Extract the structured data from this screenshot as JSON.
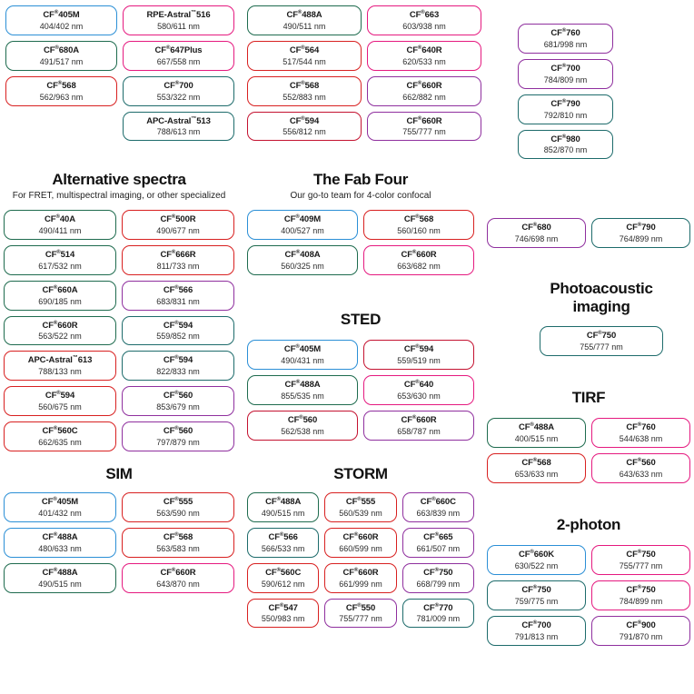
{
  "page": {
    "title": "Fluorescent dye application chart",
    "trademark_symbol": "®",
    "tm_symbol": "™",
    "unit": "nm"
  },
  "colors": {
    "blue": "#2b8fd6",
    "green": "#1e6b4e",
    "teal": "#1d6b6b",
    "red": "#d82020",
    "crimson": "#c41230",
    "magenta": "#e5197f",
    "pink": "#e5197f",
    "purple": "#8f2f9e",
    "violet": "#7b2d8e",
    "text": "#1a1a1a"
  },
  "sections": [
    {
      "id": "top-left",
      "title": "",
      "subtitle": "",
      "columns": 2,
      "items": [
        {
          "name": "CF",
          "sup": "®",
          "number": "405M",
          "wavelengths": "404/402 nm",
          "color": "#2b8fd6",
          "col": 0
        },
        {
          "name": "CF",
          "sup": "®",
          "number": "680A",
          "wavelengths": "491/517 nm",
          "color": "#1e6b4e",
          "col": 0
        },
        {
          "name": "CF",
          "sup": "®",
          "number": "568",
          "wavelengths": "562/963 nm",
          "color": "#d82020",
          "col": 0
        },
        {
          "name": "RPE-Astral",
          "sup": "™",
          "number": "516",
          "wavelengths": "580/611 nm",
          "color": "#e5197f",
          "col": 1
        },
        {
          "name": "CF",
          "sup": "®",
          "number": "647Plus",
          "wavelengths": "667/558 nm",
          "color": "#e5197f",
          "col": 1
        },
        {
          "name": "CF",
          "sup": "®",
          "number": "700",
          "wavelengths": "553/322 nm",
          "color": "#1d6b6b",
          "col": 1
        },
        {
          "name": "APC-Astral",
          "sup": "™",
          "number": "513",
          "wavelengths": "788/613 nm",
          "color": "#1d6b6b",
          "col": 1
        }
      ]
    },
    {
      "id": "top-middle",
      "title": "",
      "subtitle": "",
      "columns": 2,
      "items": [
        {
          "name": "CF",
          "sup": "®",
          "number": "488A",
          "wavelengths": "490/511 nm",
          "color": "#1e6b4e",
          "col": 0
        },
        {
          "name": "CF",
          "sup": "®",
          "number": "564",
          "wavelengths": "517/544 nm",
          "color": "#d82020",
          "col": 0
        },
        {
          "name": "CF",
          "sup": "®",
          "number": "568",
          "wavelengths": "552/883 nm",
          "color": "#d82020",
          "col": 0
        },
        {
          "name": "CF",
          "sup": "®",
          "number": "594",
          "wavelengths": "556/812 nm",
          "color": "#c41230",
          "col": 0
        },
        {
          "name": "CF",
          "sup": "®",
          "number": "663",
          "wavelengths": "603/938 nm",
          "color": "#e5197f",
          "col": 1
        },
        {
          "name": "CF",
          "sup": "®",
          "number": "640R",
          "wavelengths": "620/533 nm",
          "color": "#e5197f",
          "col": 1
        },
        {
          "name": "CF",
          "sup": "®",
          "number": "660R",
          "wavelengths": "662/882 nm",
          "color": "#8f2f9e",
          "col": 1
        },
        {
          "name": "CF",
          "sup": "®",
          "number": "660R",
          "wavelengths": "755/777 nm",
          "color": "#8f2f9e",
          "col": 1
        }
      ]
    },
    {
      "id": "top-right",
      "title": "",
      "subtitle": "",
      "columns": 1,
      "items": [
        {
          "name": "CF",
          "sup": "®",
          "number": "760",
          "wavelengths": "681/998 nm",
          "color": "#8f2f9e",
          "col": 0
        },
        {
          "name": "CF",
          "sup": "®",
          "number": "700",
          "wavelengths": "784/809 nm",
          "color": "#8f2f9e",
          "col": 0
        },
        {
          "name": "CF",
          "sup": "®",
          "number": "790",
          "wavelengths": "792/810 nm",
          "color": "#1d6b6b",
          "col": 0
        },
        {
          "name": "CF",
          "sup": "®",
          "number": "980",
          "wavelengths": "852/870 nm",
          "color": "#1d6b6b",
          "col": 0
        }
      ]
    },
    {
      "id": "alternative-spectra",
      "title": "Alternative spectra",
      "subtitle": "For FRET, multispectral imaging, or other specialized",
      "columns": 2,
      "items": [
        {
          "name": "CF",
          "sup": "®",
          "number": "40A",
          "wavelengths": "490/411 nm",
          "color": "#1e6b4e",
          "col": 0
        },
        {
          "name": "CF",
          "sup": "®",
          "number": "514",
          "wavelengths": "617/532 nm",
          "color": "#1e6b4e",
          "col": 0
        },
        {
          "name": "CF",
          "sup": "®",
          "number": "660A",
          "wavelengths": "690/185 nm",
          "color": "#1e6b4e",
          "col": 0
        },
        {
          "name": "CF",
          "sup": "®",
          "number": "660R",
          "wavelengths": "563/522 nm",
          "color": "#1e6b4e",
          "col": 0
        },
        {
          "name": "APC-Astral",
          "sup": "™",
          "number": "613",
          "wavelengths": "788/133 nm",
          "color": "#d82020",
          "col": 0
        },
        {
          "name": "CF",
          "sup": "®",
          "number": "594",
          "wavelengths": "560/675 nm",
          "color": "#d82020",
          "col": 0
        },
        {
          "name": "CF",
          "sup": "®",
          "number": "560C",
          "wavelengths": "662/635 nm",
          "color": "#d82020",
          "col": 0
        },
        {
          "name": "CF",
          "sup": "®",
          "number": "500R",
          "wavelengths": "490/677 nm",
          "color": "#d82020",
          "col": 1
        },
        {
          "name": "CF",
          "sup": "®",
          "number": "666R",
          "wavelengths": "811/733 nm",
          "color": "#d82020",
          "col": 1
        },
        {
          "name": "CF",
          "sup": "®",
          "number": "566",
          "wavelengths": "683/831 nm",
          "color": "#8f2f9e",
          "col": 1
        },
        {
          "name": "CF",
          "sup": "®",
          "number": "594",
          "wavelengths": "559/852 nm",
          "color": "#1d6b6b",
          "col": 1
        },
        {
          "name": "CF",
          "sup": "®",
          "number": "594",
          "wavelengths": "822/833 nm",
          "color": "#1d6b6b",
          "col": 1
        },
        {
          "name": "CF",
          "sup": "®",
          "number": "560",
          "wavelengths": "853/679 nm",
          "color": "#8f2f9e",
          "col": 1
        },
        {
          "name": "CF",
          "sup": "®",
          "number": "560",
          "wavelengths": "797/879 nm",
          "color": "#8f2f9e",
          "col": 1
        }
      ]
    },
    {
      "id": "sim",
      "title": "SIM",
      "subtitle": "",
      "columns": 2,
      "items": [
        {
          "name": "CF",
          "sup": "®",
          "number": "405M",
          "wavelengths": "401/432 nm",
          "color": "#2b8fd6",
          "col": 0
        },
        {
          "name": "CF",
          "sup": "®",
          "number": "488A",
          "wavelengths": "480/633 nm",
          "color": "#2b8fd6",
          "col": 0
        },
        {
          "name": "CF",
          "sup": "®",
          "number": "488A",
          "wavelengths": "490/515 nm",
          "color": "#1e6b4e",
          "col": 0
        },
        {
          "name": "CF",
          "sup": "®",
          "number": "555",
          "wavelengths": "563/590 nm",
          "color": "#d82020",
          "col": 1
        },
        {
          "name": "CF",
          "sup": "®",
          "number": "568",
          "wavelengths": "563/583 nm",
          "color": "#d82020",
          "col": 1
        },
        {
          "name": "CF",
          "sup": "®",
          "number": "660R",
          "wavelengths": "643/870 nm",
          "color": "#e5197f",
          "col": 1
        }
      ]
    },
    {
      "id": "fab-four",
      "title": "The Fab Four",
      "subtitle": "Our go-to team for 4-color confocal",
      "columns": 2,
      "items": [
        {
          "name": "CF",
          "sup": "®",
          "number": "409M",
          "wavelengths": "400/527 nm",
          "color": "#2b8fd6",
          "col": 0
        },
        {
          "name": "CF",
          "sup": "®",
          "number": "408A",
          "wavelengths": "560/325 nm",
          "color": "#1e6b4e",
          "col": 0
        },
        {
          "name": "CF",
          "sup": "®",
          "number": "568",
          "wavelengths": "560/160 nm",
          "color": "#d82020",
          "col": 1
        },
        {
          "name": "CF",
          "sup": "®",
          "number": "660R",
          "wavelengths": "663/682 nm",
          "color": "#e5197f",
          "col": 1
        }
      ]
    },
    {
      "id": "sted",
      "title": "STED",
      "subtitle": "",
      "columns": 2,
      "items": [
        {
          "name": "CF",
          "sup": "®",
          "number": "405M",
          "wavelengths": "490/431 nm",
          "color": "#2b8fd6",
          "col": 0
        },
        {
          "name": "CF",
          "sup": "®",
          "number": "488A",
          "wavelengths": "855/535 nm",
          "color": "#1e6b4e",
          "col": 0
        },
        {
          "name": "CF",
          "sup": "®",
          "number": "560",
          "wavelengths": "562/538 nm",
          "color": "#c41230",
          "col": 0
        },
        {
          "name": "CF",
          "sup": "®",
          "number": "594",
          "wavelengths": "559/519 nm",
          "color": "#c41230",
          "col": 1
        },
        {
          "name": "CF",
          "sup": "®",
          "number": "640",
          "wavelengths": "653/630 nm",
          "color": "#e5197f",
          "col": 1
        },
        {
          "name": "CF",
          "sup": "®",
          "number": "660R",
          "wavelengths": "658/787 nm",
          "color": "#8f2f9e",
          "col": 1
        }
      ]
    },
    {
      "id": "storm",
      "title": "STORM",
      "subtitle": "",
      "columns": 3,
      "items": [
        {
          "name": "CF",
          "sup": "®",
          "number": "488A",
          "wavelengths": "490/515 nm",
          "color": "#1e6b4e",
          "col": 0
        },
        {
          "name": "CF",
          "sup": "®",
          "number": "566",
          "wavelengths": "566/533 nm",
          "color": "#1d6b6b",
          "col": 0
        },
        {
          "name": "CF",
          "sup": "®",
          "number": "560C",
          "wavelengths": "590/612 nm",
          "color": "#d82020",
          "col": 0
        },
        {
          "name": "CF",
          "sup": "®",
          "number": "547",
          "wavelengths": "550/983 nm",
          "color": "#d82020",
          "col": 0
        },
        {
          "name": "CF",
          "sup": "®",
          "number": "555",
          "wavelengths": "560/539 nm",
          "color": "#d82020",
          "col": 1
        },
        {
          "name": "CF",
          "sup": "®",
          "number": "660R",
          "wavelengths": "660/599 nm",
          "color": "#d82020",
          "col": 1
        },
        {
          "name": "CF",
          "sup": "®",
          "number": "660R",
          "wavelengths": "661/999 nm",
          "color": "#d82020",
          "col": 1
        },
        {
          "name": "CF",
          "sup": "®",
          "number": "550",
          "wavelengths": "755/777 nm",
          "color": "#8f2f9e",
          "col": 1
        },
        {
          "name": "CF",
          "sup": "®",
          "number": "660C",
          "wavelengths": "663/839 nm",
          "color": "#8f2f9e",
          "col": 2
        },
        {
          "name": "CF",
          "sup": "®",
          "number": "665",
          "wavelengths": "661/507 nm",
          "color": "#8f2f9e",
          "col": 2
        },
        {
          "name": "CF",
          "sup": "®",
          "number": "750",
          "wavelengths": "668/799 nm",
          "color": "#8f2f9e",
          "col": 2
        },
        {
          "name": "CF",
          "sup": "®",
          "number": "770",
          "wavelengths": "781/009 nm",
          "color": "#1d6b6b",
          "col": 2
        }
      ]
    },
    {
      "id": "right-pair",
      "title": "",
      "subtitle": "",
      "columns": 2,
      "items": [
        {
          "name": "CF",
          "sup": "®",
          "number": "680",
          "wavelengths": "746/698 nm",
          "color": "#8f2f9e",
          "col": 0
        },
        {
          "name": "CF",
          "sup": "®",
          "number": "790",
          "wavelengths": "764/899 nm",
          "color": "#1d6b6b",
          "col": 1
        }
      ]
    },
    {
      "id": "photoacoustic",
      "title": "Photoacoustic imaging",
      "title_line1": "Photoacoustic",
      "title_line2": "imaging",
      "subtitle": "",
      "columns": 1,
      "items": [
        {
          "name": "CF",
          "sup": "®",
          "number": "750",
          "wavelengths": "755/777 nm",
          "color": "#1d6b6b",
          "col": 0
        }
      ]
    },
    {
      "id": "tirf",
      "title": "TIRF",
      "subtitle": "",
      "columns": 2,
      "items": [
        {
          "name": "CF",
          "sup": "®",
          "number": "488A",
          "wavelengths": "400/515 nm",
          "color": "#1e6b4e",
          "col": 0
        },
        {
          "name": "CF",
          "sup": "®",
          "number": "568",
          "wavelengths": "653/633 nm",
          "color": "#d82020",
          "col": 0
        },
        {
          "name": "CF",
          "sup": "®",
          "number": "760",
          "wavelengths": "544/638 nm",
          "color": "#e5197f",
          "col": 1
        },
        {
          "name": "CF",
          "sup": "®",
          "number": "560",
          "wavelengths": "643/633 nm",
          "color": "#e5197f",
          "col": 1
        }
      ]
    },
    {
      "id": "two-photon",
      "title": "2-photon",
      "subtitle": "",
      "columns": 2,
      "items": [
        {
          "name": "CF",
          "sup": "®",
          "number": "660K",
          "wavelengths": "630/522 nm",
          "color": "#2b8fd6",
          "col": 0
        },
        {
          "name": "CF",
          "sup": "®",
          "number": "750",
          "wavelengths": "759/775 nm",
          "color": "#1d6b6b",
          "col": 0
        },
        {
          "name": "CF",
          "sup": "®",
          "number": "700",
          "wavelengths": "791/813 nm",
          "color": "#1d6b6b",
          "col": 0
        },
        {
          "name": "CF",
          "sup": "®",
          "number": "750",
          "wavelengths": "755/777 nm",
          "color": "#e5197f",
          "col": 1
        },
        {
          "name": "CF",
          "sup": "®",
          "number": "750",
          "wavelengths": "784/899 nm",
          "color": "#e5197f",
          "col": 1
        },
        {
          "name": "CF",
          "sup": "®",
          "number": "900",
          "wavelengths": "791/870 nm",
          "color": "#8f2f9e",
          "col": 1
        }
      ]
    }
  ]
}
